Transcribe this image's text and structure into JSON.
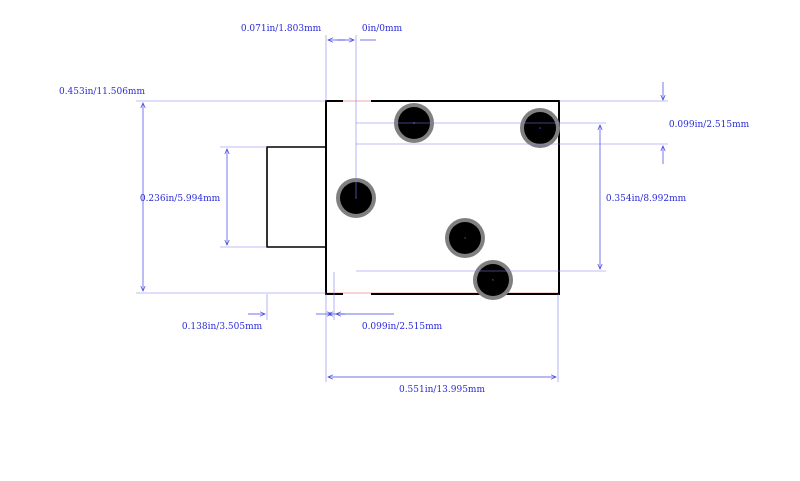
{
  "dimensions": {
    "pin_offset_x": "0.071in/1.803mm",
    "pin1_x": "0in/0mm",
    "total_height": "0.453in/11.506mm",
    "pin_pitch_top": "0.099in/2.515mm",
    "tab_height": "0.236in/5.994mm",
    "pin_span_y": "0.354in/8.992mm",
    "tab_depth": "0.138in/3.505mm",
    "pin_pitch_bottom": "0.099in/2.515mm",
    "total_width": "0.551in/13.995mm"
  },
  "pads": [
    {
      "label": "2"
    },
    {
      "label": "4"
    },
    {
      "label": "1"
    },
    {
      "label": "3"
    },
    {
      "label": "5"
    }
  ],
  "colors": {
    "dimension": "#2a2ad8",
    "outline": "#000000",
    "pad_ring": "#808080",
    "fab": "#e07070"
  }
}
